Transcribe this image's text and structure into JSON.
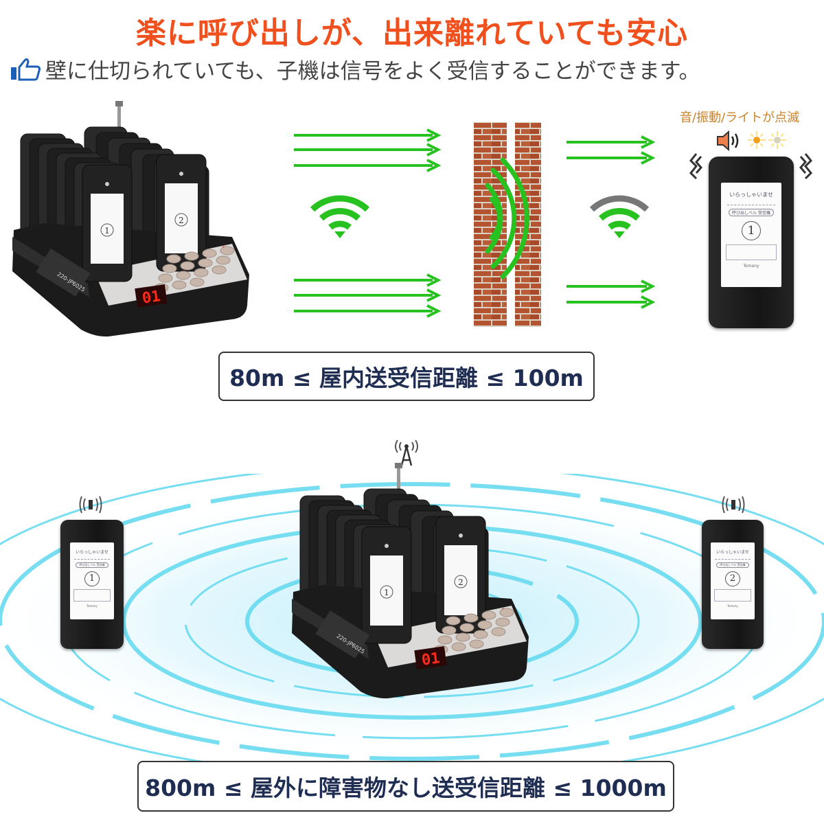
{
  "header": {
    "title": "楽に呼び出しが、出来離れていても安心",
    "subtitle": "壁に仕切られていても、子機は信号をよく受信することができます。",
    "subtitle_icon": "thumbs-up-icon"
  },
  "indoor": {
    "notice": "音/振動/ライトが点滅",
    "notice_icons": [
      "speaker-icon",
      "light-flash-icon",
      "light-flash-icon"
    ],
    "range_label": "80m ≤ 屋内送受信距離 ≤ 100m"
  },
  "outdoor": {
    "range_label": "800m ≤ 屋外に障害物なし送受信距離 ≤ 1000m"
  },
  "base_station": {
    "display": "01",
    "model_label": "220-JP6025",
    "front_pagers": [
      "1",
      "2"
    ]
  },
  "pagers": {
    "greeting": "いらっしゃいませ",
    "pill": "呼び出しベル 受信機",
    "brand": "Tomany",
    "top_right": "1",
    "bottom_left": "1",
    "bottom_right": "2"
  },
  "colors": {
    "title": "#f0501e",
    "signal": "#27c21f",
    "range_text": "#1f2d52",
    "waves": "#5fd8ee"
  }
}
